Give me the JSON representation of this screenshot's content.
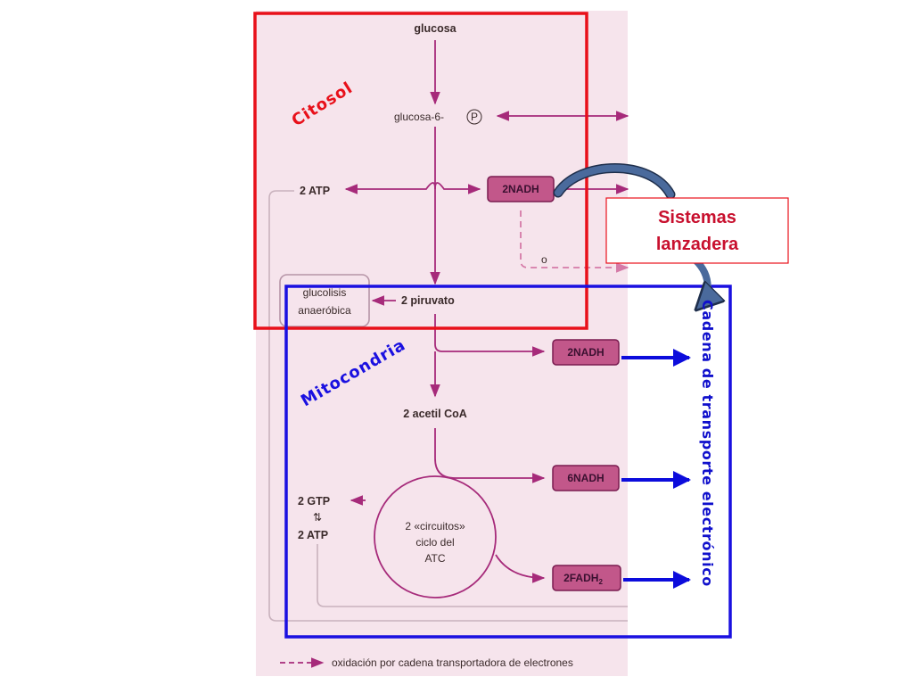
{
  "regions": {
    "citosol": "Citosol",
    "mitocondria": "Mitocondria"
  },
  "metabolites": {
    "glucosa": "glucosa",
    "glucosa6p_prefix": "glucosa-6-",
    "phosphate": "P",
    "atp_top": "2 ATP",
    "glucolisis_line1": "glucolisis",
    "glucolisis_line2": "anaeróbica",
    "piruvato": "2 piruvato",
    "acetil_coa": "2 acetil CoA",
    "gtp": "2 GTP",
    "equilibrium": "⇅",
    "atp_bottom": "2 ATP",
    "cycle_line1": "2 «circuitos»",
    "cycle_line2": "ciclo del",
    "cycle_line3": "ATC",
    "or": "o"
  },
  "boxes": {
    "nadh_cytosol": "2NADH",
    "nadh_pyruvate": "2NADH",
    "nadh_cycle": "6NADH",
    "fadh2_main": "2FADH",
    "fadh2_sub": "2"
  },
  "callouts": {
    "shuttle_line1": "Sistemas",
    "shuttle_line2": "lanzadera",
    "electron_chain": "Cadena de transporte electrónico"
  },
  "legend": {
    "text": "oxidación por cadena transportadora de electrones"
  },
  "colors": {
    "panel_background": "#f6e4ec",
    "pathway_arrow": "#a62a7a",
    "nadh_box_fill": "#c2578a",
    "citosol_border": "#e8101a",
    "mitocondria_border": "#1a10e0",
    "shuttle_arrow": "#4a6a9c",
    "chain_arrow": "#0c0cdc",
    "callout_text": "#c8102e"
  }
}
